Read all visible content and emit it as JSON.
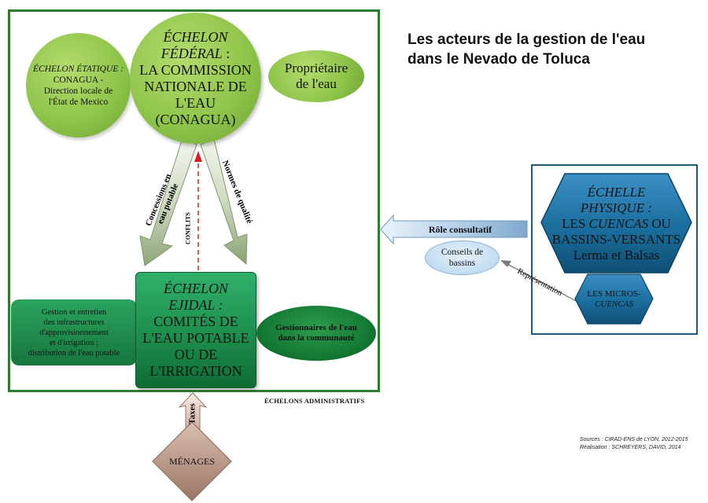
{
  "title": {
    "line1": "Les acteurs de la gestion de l'eau",
    "line2": "dans le Nevado de Toluca"
  },
  "federal": {
    "line1": "ÉCHELON",
    "line2": "FÉDÉRAL",
    "line2_suffix": " :",
    "line3": "LA COMMISSION",
    "line4": "NATIONALE DE",
    "line5": "L'EAU",
    "line6": "(CONAGUA)"
  },
  "state": {
    "line1": "ÉCHELON ÉTATIQUE :",
    "line2": "CONAGUA -",
    "line3": "Direction locale de",
    "line4": "l'État de Mexico"
  },
  "owner": {
    "line1": "Propriétaire",
    "line2": "de l'eau"
  },
  "arrows": {
    "concessions_line1": "Concessions en",
    "concessions_line2": "eau potable",
    "norms": "Normes de qualité",
    "conflicts": "CONFLITS",
    "taxes": "Taxes",
    "consultative": "Rôle consultatif",
    "representation": "Représentation"
  },
  "ejidal": {
    "line1": "ÉCHELON",
    "line2": "EJIDAL :",
    "line3": "COMITÉS DE",
    "line4": "L'EAU POTABLE",
    "line5": "OU DE",
    "line6": "L'IRRIGATION"
  },
  "infrastructure": {
    "line1": "Gestion et entretien",
    "line2": "des infrastructures",
    "line3": "d'approvisionnement",
    "line4": "et d'irrigation ;",
    "line5": "distribution de l'eau potable"
  },
  "managers": {
    "line1": "Gestionnaires de l'eau",
    "line2": "dans la communauté"
  },
  "admin_levels_label": "ÉCHELONS ADMINISTRATIFS",
  "households": "MÉNAGES",
  "physical": {
    "line1": "ÉCHELLE",
    "line2": "PHYSIQUE :",
    "line3_prefix": "LES ",
    "line3_italic": "CUENCAS",
    "line3_suffix": " OU",
    "line4": "BASSINS-VERSANTS",
    "line5": "Lerma et Balsas"
  },
  "micro": {
    "line1": "LES MICROS-",
    "line2": "CUENCAS"
  },
  "basin_councils": {
    "line1": "Conseils de",
    "line2": "bassins"
  },
  "sources": {
    "line1": "Sources : CIRAD-ENS de LYON, 2012-2015",
    "line2": "Réalisation : SCHREYERS, DAVID, 2014"
  },
  "colors": {
    "frame_green": "#2e7d2e",
    "circle_green": "#90c54b",
    "dark_green": "#1d8e4d",
    "hex_blue": "#1a6e9e",
    "frame_blue": "#1f5a7a",
    "conflict_red": "#d62020",
    "households_brown": "#b08a78"
  }
}
